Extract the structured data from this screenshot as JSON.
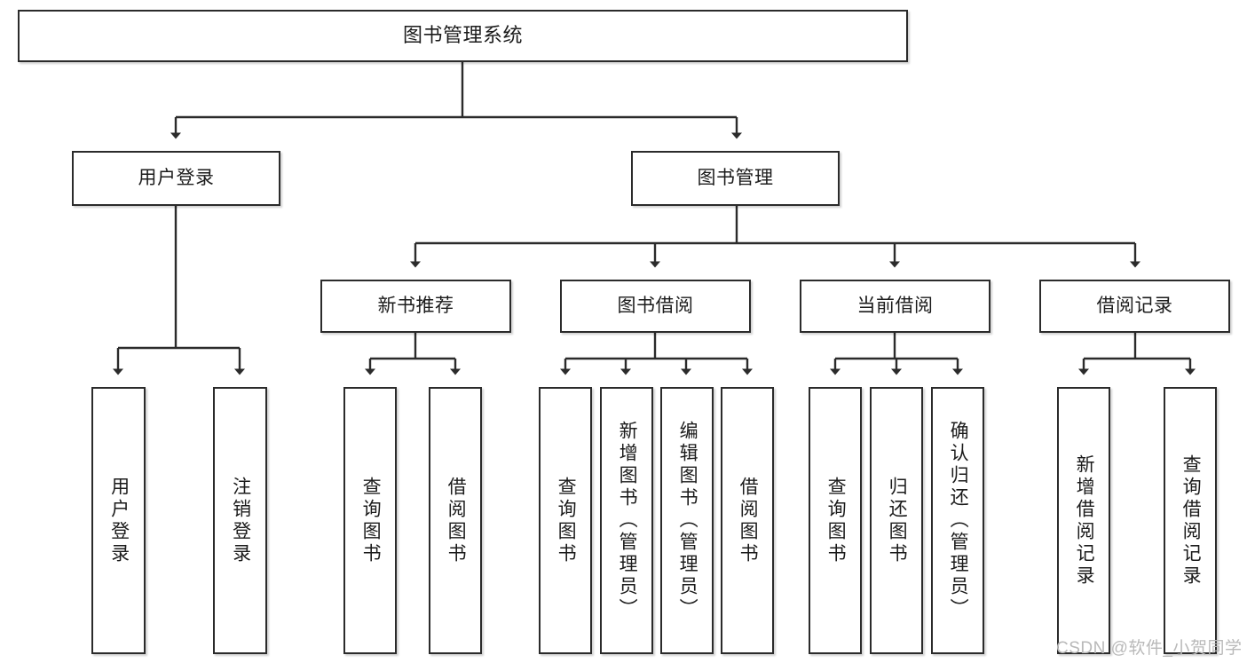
{
  "diagram": {
    "title": "图书管理系统",
    "type": "tree-hierarchy-chart",
    "colors": {
      "box_border": "#2b2b2b",
      "box_fill": "#ffffff",
      "edge": "#2b2b2b",
      "text": "#1b1b1b",
      "watermark": "#b9b9b9"
    },
    "root": {
      "label": "图书管理系统"
    },
    "level2": [
      {
        "label": "用户登录"
      },
      {
        "label": "图书管理"
      }
    ],
    "level3": [
      {
        "label": "新书推荐"
      },
      {
        "label": "图书借阅"
      },
      {
        "label": "当前借阅"
      },
      {
        "label": "借阅记录"
      }
    ],
    "leaves": {
      "user_login": [
        {
          "label": "用户登录"
        },
        {
          "label": "注销登录"
        }
      ],
      "new_book_recommend": [
        {
          "label": "查询图书"
        },
        {
          "label": "借阅图书"
        }
      ],
      "book_borrow": [
        {
          "label": "查询图书"
        },
        {
          "label": "新增图书（管理员）"
        },
        {
          "label": "编辑图书（管理员）"
        },
        {
          "label": "借阅图书"
        }
      ],
      "current_borrow": [
        {
          "label": "查询图书"
        },
        {
          "label": "归还图书"
        },
        {
          "label": "确认归还（管理员）"
        }
      ],
      "borrow_record": [
        {
          "label": "新增借阅记录"
        },
        {
          "label": "查询借阅记录"
        }
      ]
    }
  },
  "watermark": {
    "text": "CSDN @软件_小贺同学"
  }
}
